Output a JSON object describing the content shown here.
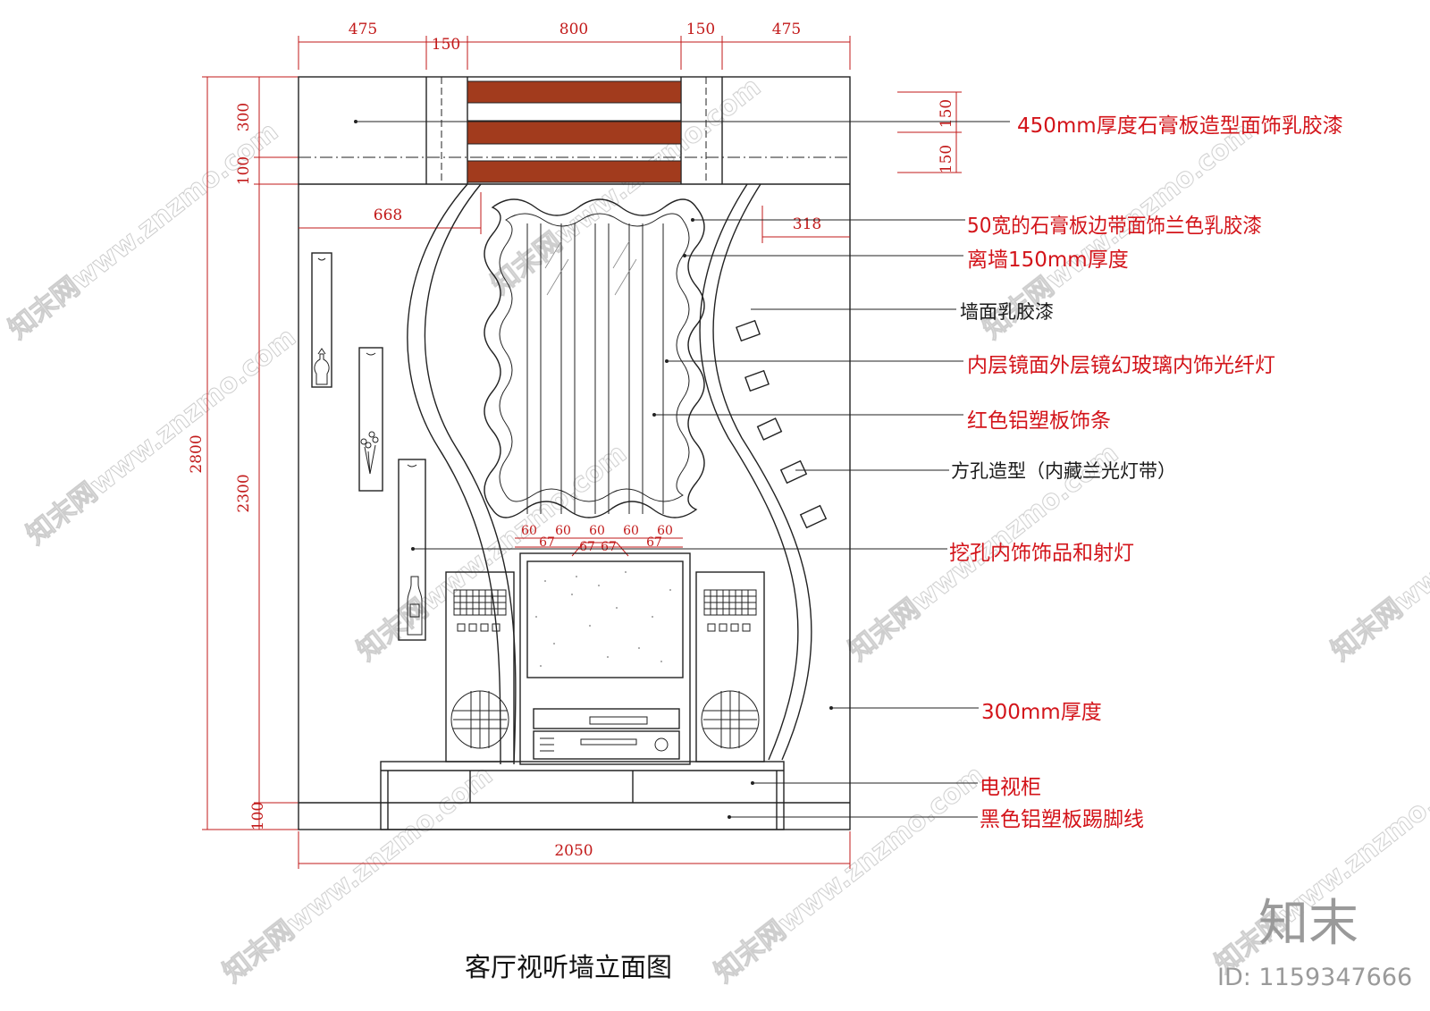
{
  "dimensions": {
    "top": [
      "475",
      "150",
      "800",
      "150",
      "475"
    ],
    "height_total": "2800",
    "height_upper": "300",
    "height_gap": "100",
    "height_main": "2300",
    "height_base": "100",
    "left_offset": "668",
    "right_offset": "318",
    "right_150a": "150",
    "right_150b": "150",
    "spacing_60": [
      "60",
      "60",
      "60",
      "60",
      "60"
    ],
    "spacing_67": [
      "67",
      "67",
      "67",
      "67"
    ],
    "width_total": "2050"
  },
  "labels": [
    {
      "text": "450mm厚度石膏板造型面饰乳胶漆",
      "color": "red"
    },
    {
      "text": "50宽的石膏板边带面饰兰色乳胶漆",
      "color": "red"
    },
    {
      "text": "离墙150mm厚度",
      "color": "red"
    },
    {
      "text": "墙面乳胶漆",
      "color": "black"
    },
    {
      "text": "内层镜面外层镜幻玻璃内饰光纤灯",
      "color": "red"
    },
    {
      "text": "红色铝塑板饰条",
      "color": "red"
    },
    {
      "text": "方孔造型（内藏兰光灯带）",
      "color": "black"
    },
    {
      "text": "挖孔内饰饰品和射灯",
      "color": "red"
    },
    {
      "text": "300mm厚度",
      "color": "red"
    },
    {
      "text": "电视柜",
      "color": "red"
    },
    {
      "text": "黑色铝塑板踢脚线",
      "color": "red"
    }
  ],
  "title": "客厅视听墙立面图",
  "watermark": {
    "logo": "知末",
    "id": "ID: 1159347666",
    "repeat": "知末网www.znzmo.com"
  },
  "colors": {
    "dimension_red": "#c21a1a",
    "strip_brown": "#a23b1d",
    "label_red": "#d3141a"
  }
}
